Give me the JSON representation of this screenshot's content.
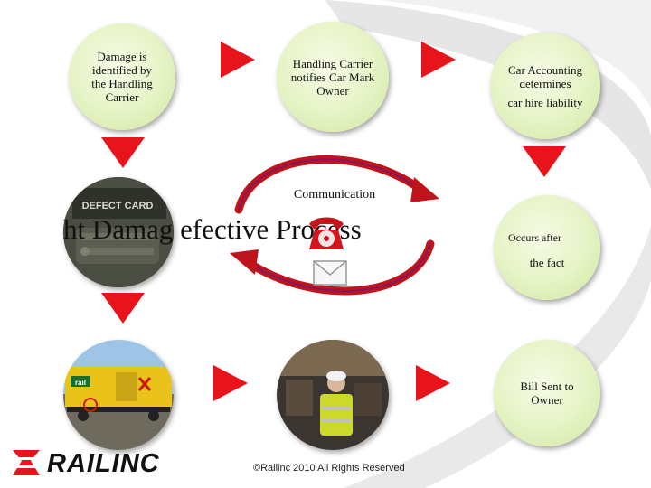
{
  "nodes": {
    "damage_identified": "Damage is identified by the Handling Carrier",
    "carrier_notifies": "Handling Carrier notifies Car Mark Owner",
    "car_accounting": "Car Accounting determines",
    "car_hire": "car hire liability",
    "after_fact": "the fact",
    "occluded_fragment": "Occurs after",
    "bill_sent": "Bill Sent to Owner"
  },
  "center": {
    "communication": "Communication",
    "headline_text": "ht  Damag      efective Process"
  },
  "defect_card_label": "DEFECT CARD",
  "footer": {
    "copyright": "©Railinc 2010 All Rights Reserved"
  },
  "logo": {
    "text": "RAILINC"
  },
  "colors": {
    "arrow": "#e8141c",
    "node_fill": "#e5f3c4",
    "cycle": "#c0141c"
  }
}
